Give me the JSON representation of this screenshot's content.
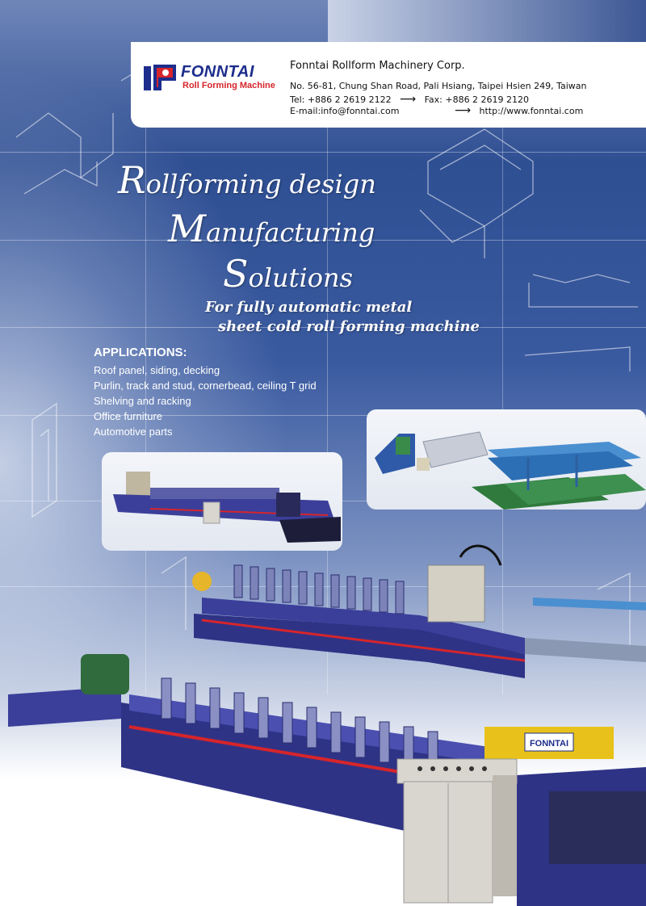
{
  "brand": {
    "name": "FONNTAI",
    "tagline": "Roll Forming Machine"
  },
  "company": {
    "name": "Fonntai Rollform Machinery Corp.",
    "address": "No. 56-81, Chung Shan Road, Pali Hsiang, Taipei Hsien 249, Taiwan",
    "tel": "Tel: +886 2 2619 2122",
    "fax": "Fax: +886 2 2619 2120",
    "email": "E-mail:info@fonntai.com",
    "website": "http://www.fonntai.com",
    "arrow": "⟶"
  },
  "headline": {
    "line1_cap": "R",
    "line1_rest": "ollforming design",
    "line2_cap": "M",
    "line2_rest": "anufacturing",
    "line3_cap": "S",
    "line3_rest": "olutions"
  },
  "subheadline": {
    "line1": "For fully automatic metal",
    "line2": "sheet cold roll forming machine"
  },
  "applications": {
    "title": "APPLICATIONS:",
    "items": [
      "Roof panel, siding, decking",
      "Purlin, track and stud, cornerbead, ceiling T grid",
      "Shelving and racking",
      "Office furniture",
      "Automotive parts"
    ]
  },
  "machine_plate_text": "FONNTAI",
  "colors": {
    "machine_blue": "#3b3f9a",
    "accent_red": "#d6252b",
    "brand_blue": "#1c2d8c",
    "rail_blue": "#4a8fd0",
    "panel_grey": "#d9d6cf"
  }
}
